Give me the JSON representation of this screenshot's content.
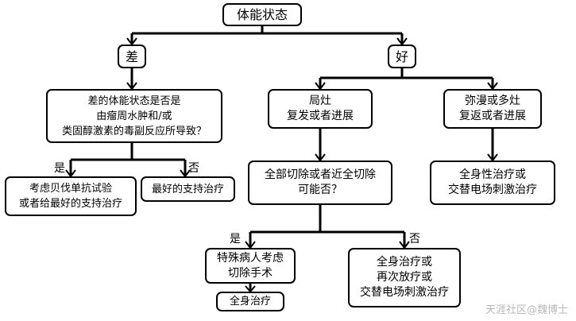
{
  "nodes": {
    "root": "体能状态",
    "poor": "差",
    "good": "好",
    "question_cause": "差的体能状态是否是\n由瘤周水肿和/或\n类固醇激素的毒副反应所导致？",
    "local": "局灶\n复发或者进展",
    "diffuse": "弥漫或多灶\n复返或者进展",
    "bevacizumab": "考虑贝伐单抗试验\n或者给最好的支持治疗",
    "best_support": "最好的支持治疗",
    "resection_q": "全部切除或者近全切除\n可能否？",
    "systemic_ttf": "全身性治疗或\n交替电场刺激治疗",
    "special_surgery": "特殊病人考虑\n切除手术",
    "systemic_multi": "全身治疗或\n再次放疗或\n交替电场刺激治疗",
    "systemic_final": "全身治疗"
  },
  "labels": {
    "yes_left": "是",
    "no_left": "否",
    "yes_right": "是",
    "no_right": "否"
  },
  "watermark": "天涯社区@魏博士"
}
